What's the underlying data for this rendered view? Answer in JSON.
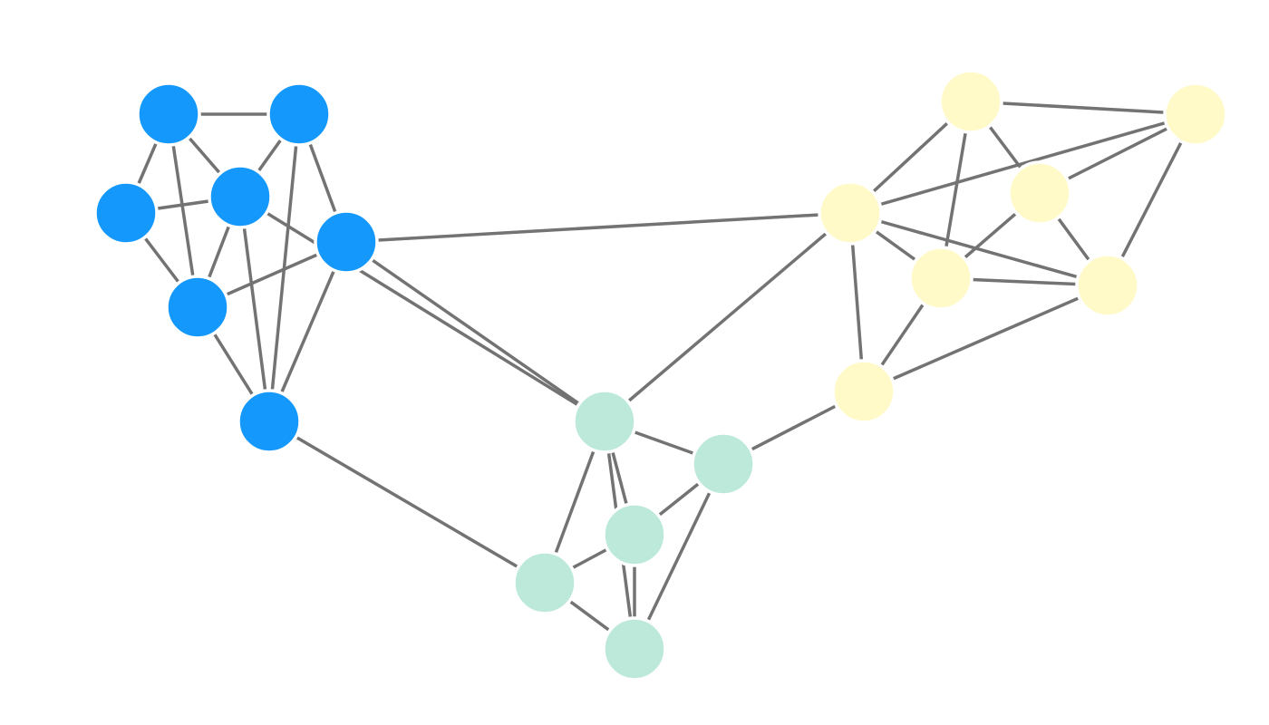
{
  "graph": {
    "directed": false,
    "edge_color": "#737373",
    "groups": [
      {
        "id": "blue-cluster",
        "color": "#1598fb"
      },
      {
        "id": "mint-cluster",
        "color": "#bce9d9"
      },
      {
        "id": "yellow-cluster",
        "color": "#fffac8"
      }
    ],
    "nodes": [
      {
        "id": "b1",
        "group": "blue-cluster"
      },
      {
        "id": "b2",
        "group": "blue-cluster"
      },
      {
        "id": "b3",
        "group": "blue-cluster"
      },
      {
        "id": "b4",
        "group": "blue-cluster"
      },
      {
        "id": "b5",
        "group": "blue-cluster"
      },
      {
        "id": "b6",
        "group": "blue-cluster"
      },
      {
        "id": "b7",
        "group": "blue-cluster"
      },
      {
        "id": "g1",
        "group": "mint-cluster"
      },
      {
        "id": "g2",
        "group": "mint-cluster"
      },
      {
        "id": "g3",
        "group": "mint-cluster"
      },
      {
        "id": "g4",
        "group": "mint-cluster"
      },
      {
        "id": "g5",
        "group": "mint-cluster"
      },
      {
        "id": "y1",
        "group": "yellow-cluster"
      },
      {
        "id": "y2",
        "group": "yellow-cluster"
      },
      {
        "id": "y3",
        "group": "yellow-cluster"
      },
      {
        "id": "y4",
        "group": "yellow-cluster"
      },
      {
        "id": "y5",
        "group": "yellow-cluster"
      },
      {
        "id": "y6",
        "group": "yellow-cluster"
      },
      {
        "id": "y7",
        "group": "yellow-cluster"
      }
    ],
    "edges": [
      [
        "b1",
        "b2"
      ],
      [
        "b1",
        "b3"
      ],
      [
        "b1",
        "b4"
      ],
      [
        "b1",
        "b6"
      ],
      [
        "b2",
        "b4"
      ],
      [
        "b2",
        "b5"
      ],
      [
        "b2",
        "b7"
      ],
      [
        "b3",
        "b4"
      ],
      [
        "b3",
        "b6"
      ],
      [
        "b4",
        "b6"
      ],
      [
        "b4",
        "b7"
      ],
      [
        "b4",
        "g1"
      ],
      [
        "b5",
        "b6"
      ],
      [
        "b5",
        "b7"
      ],
      [
        "b5",
        "y1"
      ],
      [
        "b5",
        "g1"
      ],
      [
        "b6",
        "b7"
      ],
      [
        "b7",
        "g4"
      ],
      [
        "g1",
        "g2"
      ],
      [
        "g1",
        "g3"
      ],
      [
        "g1",
        "g4"
      ],
      [
        "g1",
        "g5"
      ],
      [
        "g1",
        "y1"
      ],
      [
        "g2",
        "g3"
      ],
      [
        "g2",
        "g5"
      ],
      [
        "g2",
        "y7"
      ],
      [
        "g3",
        "g4"
      ],
      [
        "g3",
        "g5"
      ],
      [
        "g4",
        "g5"
      ],
      [
        "y1",
        "y2"
      ],
      [
        "y1",
        "y3"
      ],
      [
        "y1",
        "y5"
      ],
      [
        "y1",
        "y6"
      ],
      [
        "y1",
        "y7"
      ],
      [
        "y2",
        "y3"
      ],
      [
        "y2",
        "y4"
      ],
      [
        "y2",
        "y5"
      ],
      [
        "y3",
        "y4"
      ],
      [
        "y3",
        "y6"
      ],
      [
        "y4",
        "y5"
      ],
      [
        "y4",
        "y6"
      ],
      [
        "y5",
        "y6"
      ],
      [
        "y5",
        "y7"
      ],
      [
        "y6",
        "y7"
      ]
    ]
  }
}
